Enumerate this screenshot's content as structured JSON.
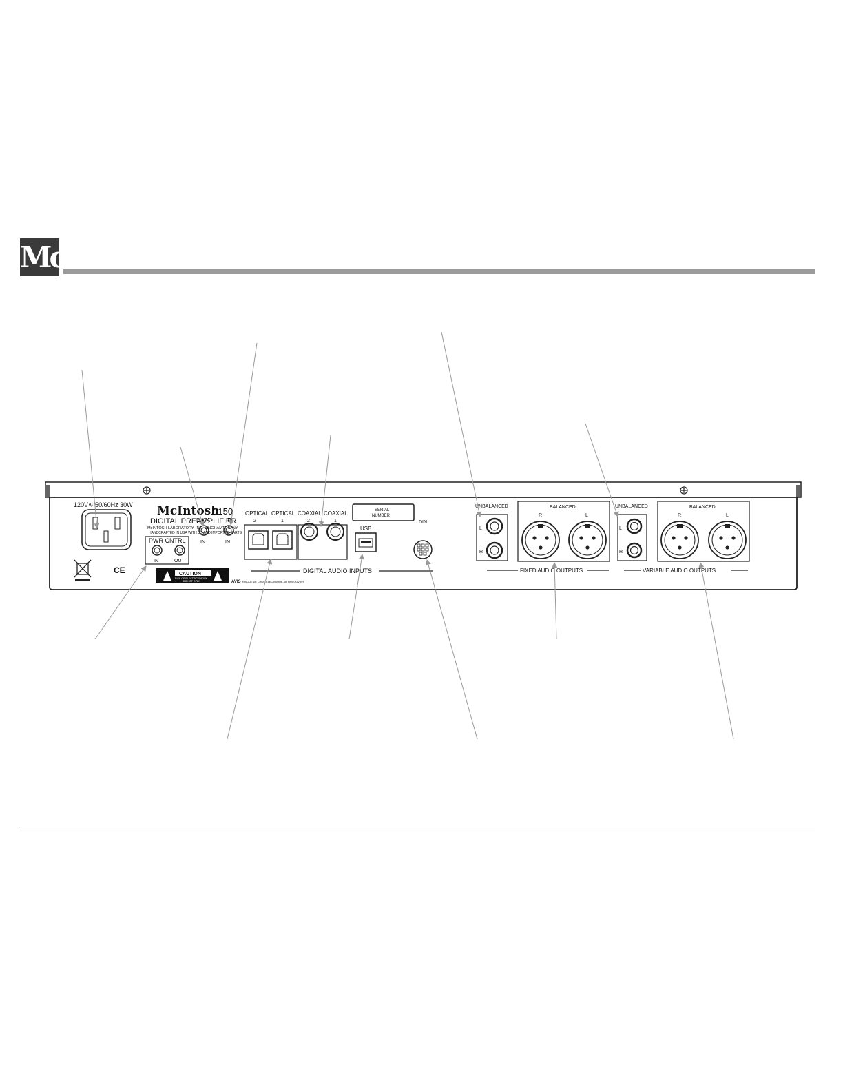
{
  "logo": {
    "text": "Mc"
  },
  "panel": {
    "power_rating": "120V∿ 50/60Hz 30W",
    "brand": "McIntosh",
    "model": "D150",
    "product_type": "DIGITAL PREAMPLIFIER",
    "company_line": "McINTOSH LABORATORY, INC. BINGHAMTON, NY",
    "handcrafted_line": "HANDCRAFTED IN USA WITH US AND IMPORTED PARTS",
    "pwr_cntrl_label": "PWR CNTRL",
    "pwr_in_label": "IN",
    "pwr_out_label": "OUT",
    "data_label": "DATA",
    "data_in_label": "IN",
    "ir_label": "IR",
    "ir_in_label": "IN",
    "ce_mark": "CE",
    "caution_title": "CAUTION",
    "caution_line1": "RISK OF ELECTRIC SHOCK",
    "caution_line2": "DO NOT OPEN",
    "avis_label": "AVIS",
    "avis_text": "RISQUE DE CHOC ELECTRIQUE-NE PAS OUVRIR",
    "optical_label": "OPTICAL",
    "optical2_num": "2",
    "optical1_num": "1",
    "coaxial_label": "COAXIAL",
    "coaxial2_num": "2",
    "coaxial1_num": "1",
    "serial_line1": "SERIAL",
    "serial_line2": "NUMBER",
    "usb_label": "USB",
    "din_label": "DIN",
    "digital_inputs_label": "DIGITAL AUDIO INPUTS",
    "fixed_unbalanced_label": "UNBALANCED",
    "fixed_balanced_label": "BALANCED",
    "fixed_outputs_label": "FIXED AUDIO OUTPUTS",
    "variable_unbalanced_label": "UNBALANCED",
    "variable_balanced_label": "BALANCED",
    "variable_outputs_label": "VARIABLE AUDIO OUTPUTS",
    "left": "L",
    "right": "R"
  }
}
